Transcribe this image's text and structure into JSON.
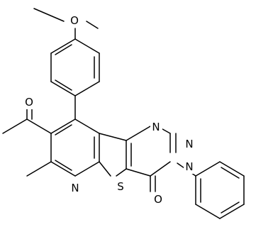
{
  "molecule": {
    "atoms": {
      "o_methoxy": "O",
      "o_acetyl": "O",
      "o_carbonyl": "O",
      "n_pyridine": "N",
      "s_thiophene": "S",
      "n_triazine_a": "N",
      "n_triazine_b": "N",
      "n_triazine_c": "N"
    }
  }
}
